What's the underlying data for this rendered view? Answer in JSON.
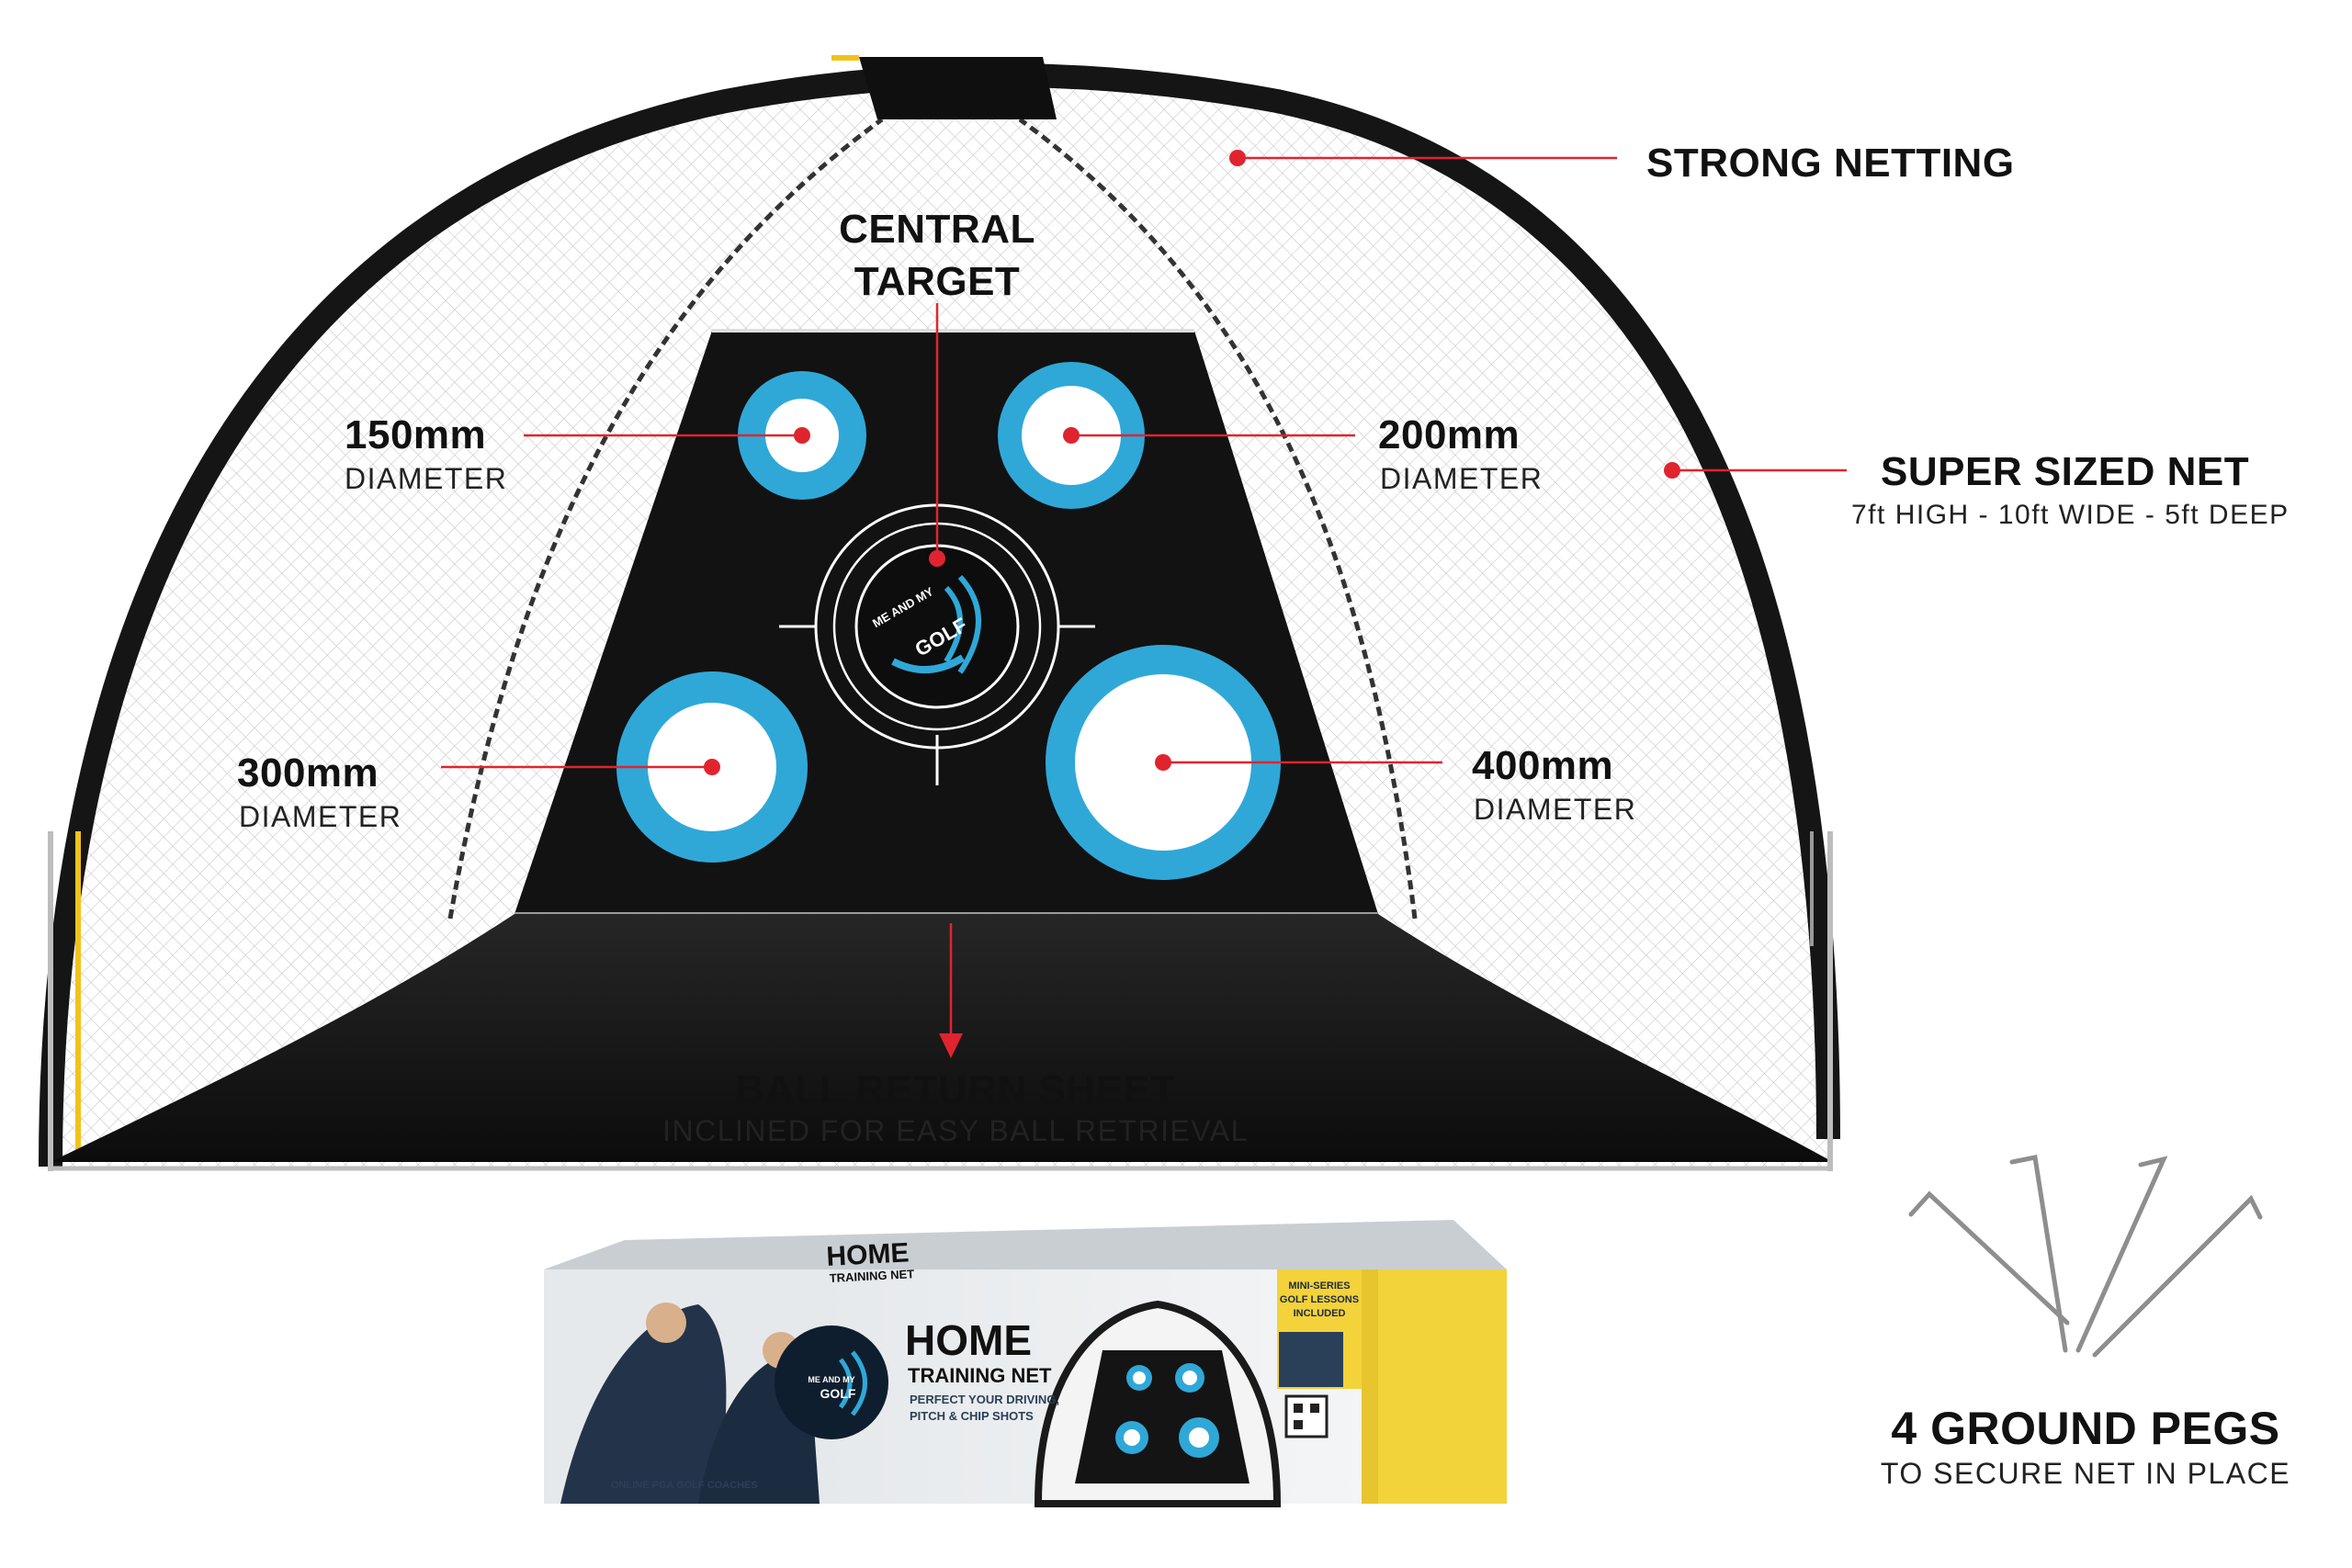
{
  "callouts": {
    "strong_netting": {
      "title": "STRONG NETTING"
    },
    "central_target": {
      "title_line1": "CENTRAL",
      "title_line2": "TARGET"
    },
    "super_sized": {
      "title": "SUPER SIZED NET",
      "sub": "7ft HIGH - 10ft WIDE - 5ft DEEP"
    },
    "d150": {
      "title": "150mm",
      "sub": "DIAMETER"
    },
    "d200": {
      "title": "200mm",
      "sub": "DIAMETER"
    },
    "d300": {
      "title": "300mm",
      "sub": "DIAMETER"
    },
    "d400": {
      "title": "400mm",
      "sub": "DIAMETER"
    },
    "ball_return": {
      "title": "BALL RETURN SHEET",
      "sub": "INCLINED FOR EASY BALL RETRIEVAL"
    },
    "ground_pegs": {
      "title": "4 GROUND PEGS",
      "sub": "TO SECURE NET IN PLACE"
    }
  },
  "logo": {
    "line1": "ME AND MY",
    "line2": "GOLF"
  },
  "box": {
    "title": "HOME",
    "subtitle": "TRAINING NET",
    "tagline_line1": "PERFECT YOUR DRIVING,",
    "tagline_line2": "PITCH & CHIP SHOTS",
    "badge_line1": "MINI-SERIES",
    "badge_line2": "GOLF LESSONS",
    "badge_line3": "INCLUDED",
    "footer": "ONLINE PGA GOLF COACHES",
    "top_title": "HOME",
    "top_subtitle": "TRAINING NET"
  },
  "colors": {
    "accent_red": "#e0242f",
    "target_blue": "#2fa8d8",
    "net_black": "#121212"
  }
}
